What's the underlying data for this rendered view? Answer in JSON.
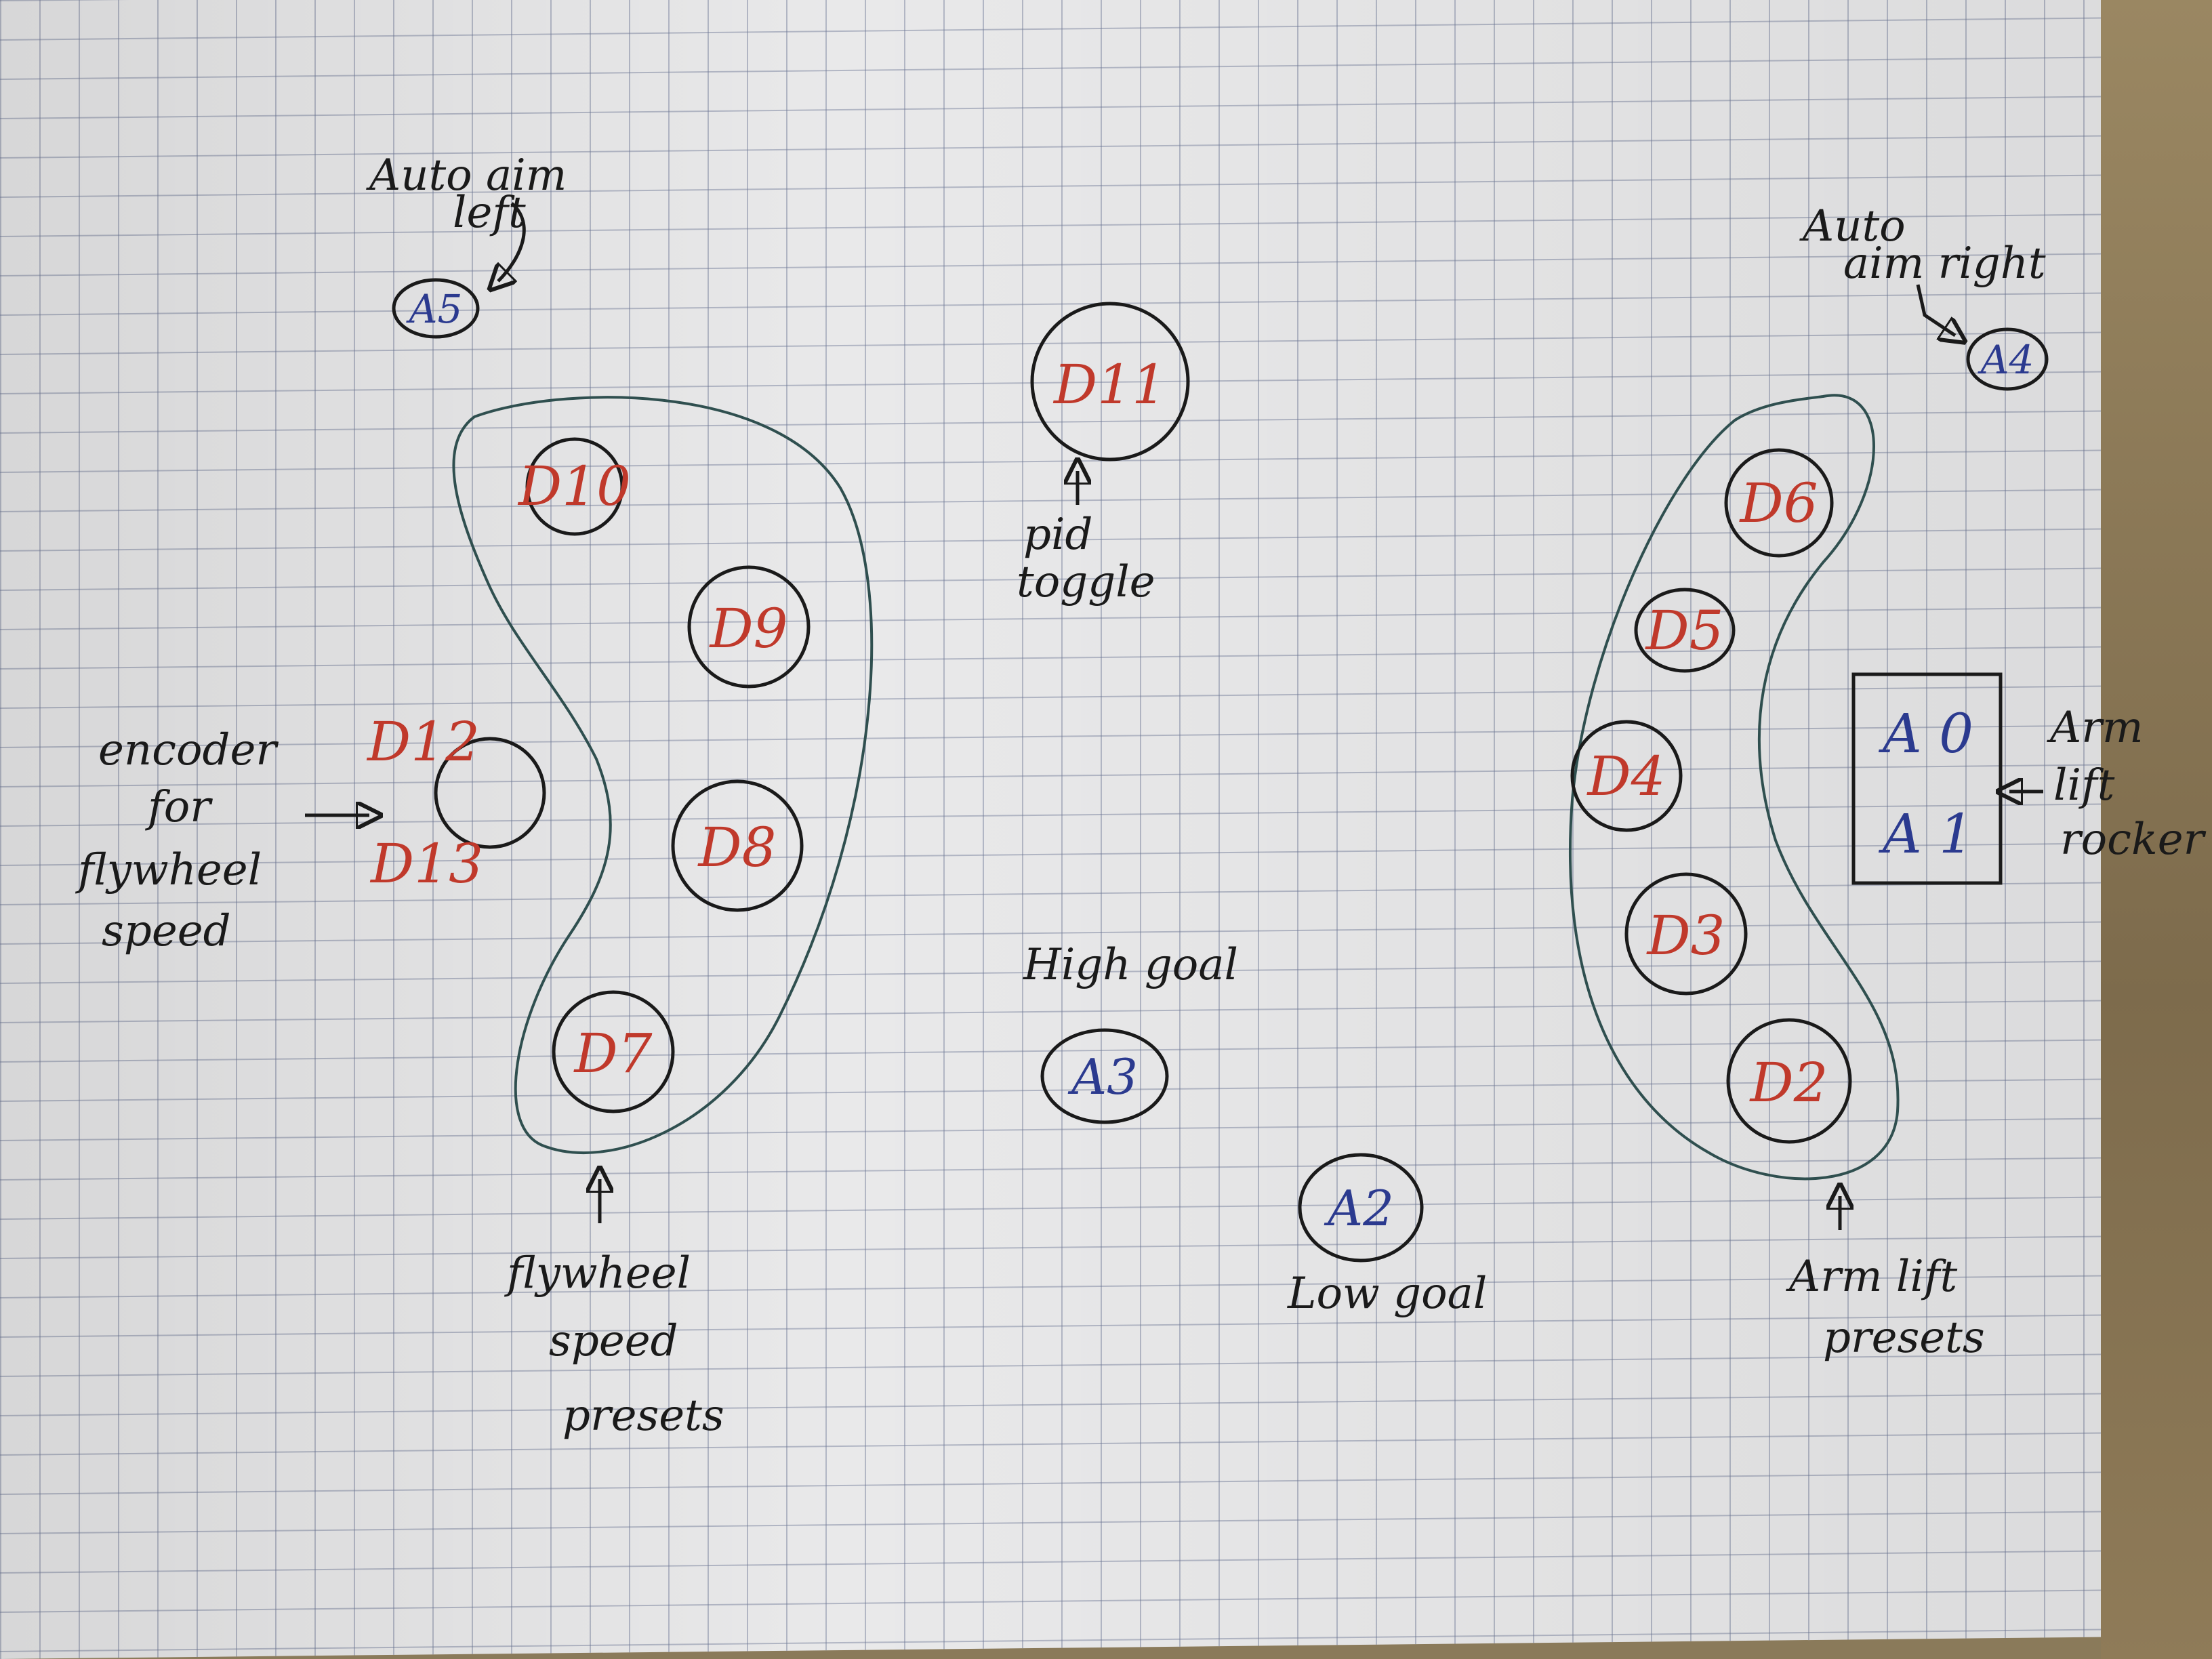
{
  "pins": {
    "d10": "D10",
    "d9": "D9",
    "d8": "D8",
    "d7": "D7",
    "d12": "D12",
    "d13": "D13",
    "d11": "D11",
    "d6": "D6",
    "d5": "D5",
    "d4": "D4",
    "d3": "D3",
    "d2": "D2",
    "a5": "A5",
    "a4": "A4",
    "a3": "A3",
    "a2": "A2",
    "a0": "A 0",
    "a1": "A 1"
  },
  "labels": {
    "auto_aim_left": [
      "Auto aim",
      "left"
    ],
    "auto_aim_right": [
      "Auto",
      "aim right"
    ],
    "pid_toggle": [
      "pid",
      "toggle"
    ],
    "encoder": [
      "encoder",
      "for",
      "flywheel",
      "speed"
    ],
    "flywheel_presets": [
      "flywheel",
      "speed",
      "presets"
    ],
    "high_goal": "High goal",
    "low_goal": "Low goal",
    "arm_lift_rocker": [
      "Arm",
      "lift",
      "rocker"
    ],
    "arm_lift_presets": [
      "Arm lift",
      "presets"
    ]
  },
  "colors": {
    "digital_pin": "#c0392b",
    "analog_pin": "#2b3a8f",
    "ink": "#1a1a1a"
  }
}
